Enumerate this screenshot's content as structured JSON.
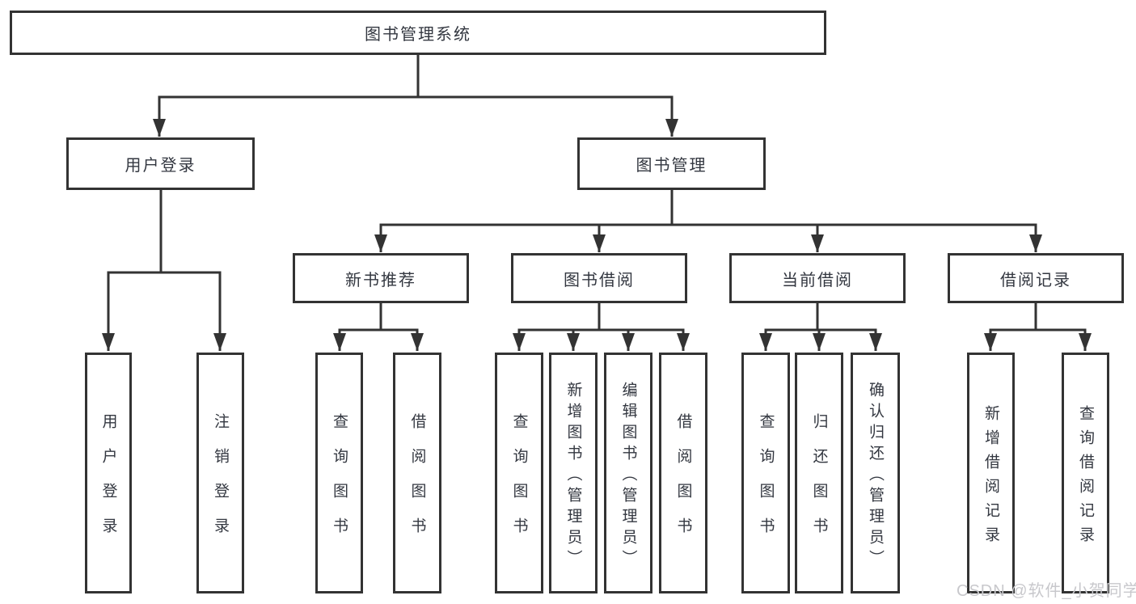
{
  "tree": {
    "root": "图书管理系统",
    "level1": [
      "用户登录",
      "图书管理"
    ],
    "level2": [
      "新书推荐",
      "图书借阅",
      "当前借阅",
      "借阅记录"
    ],
    "leaves_login": [
      "用户登录",
      "注销登录"
    ],
    "leaves_newbook": [
      "查询图书",
      "借阅图书"
    ],
    "leaves_borrow": [
      "查询图书",
      "新增图书（管理员）",
      "编辑图书（管理员）",
      "借阅图书"
    ],
    "leaves_current": [
      "查询图书",
      "归还图书",
      "确认归还（管理员）"
    ],
    "leaves_records": [
      "新增借阅记录",
      "查询借阅记录"
    ]
  },
  "watermark": "CSDN @软件_小贺同学",
  "colors": {
    "line": "#333333",
    "box_border": "#333333",
    "text": "#333740",
    "watermark": "#c8c8cc",
    "background": "#ffffff"
  }
}
